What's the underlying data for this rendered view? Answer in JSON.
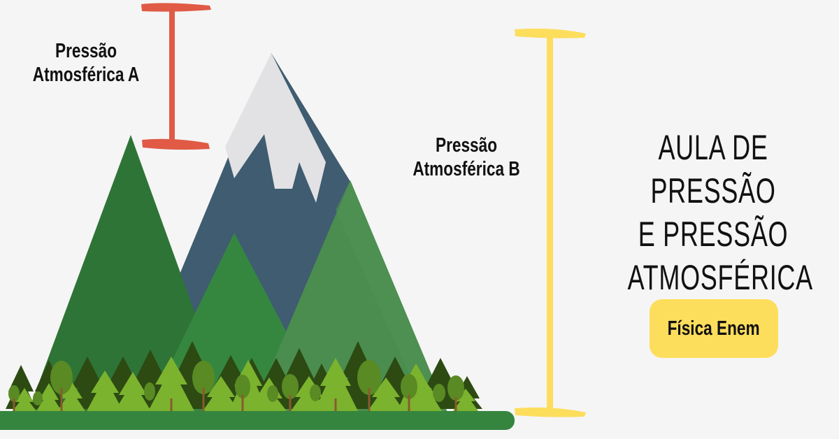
{
  "labels": {
    "pressure_a": [
      "Pressão",
      "Atmosférica A"
    ],
    "pressure_b": [
      "Pressão",
      "Atmosférica B"
    ]
  },
  "title": {
    "lines": [
      "AULA DE PRESSÃO",
      "E PRESSÃO",
      "ATMOSFÉRICA"
    ]
  },
  "badge": {
    "label": "Física Enem"
  },
  "colors": {
    "background": "#f5f5f5",
    "marker_a": "#e05a45",
    "marker_b": "#fddd5c",
    "badge": "#fddd5c",
    "mountain_left": "#2e7436",
    "mountain_rock": "#3f5c70",
    "mountain_snow": "#e2e2e4",
    "mountain_mid": "#358740",
    "mountain_right": "#4a8d4f",
    "ground": "#35853f",
    "tree_dark": "#2c4a12",
    "tree_light": "#7bb32e",
    "tree_round": "#5a8a23"
  }
}
